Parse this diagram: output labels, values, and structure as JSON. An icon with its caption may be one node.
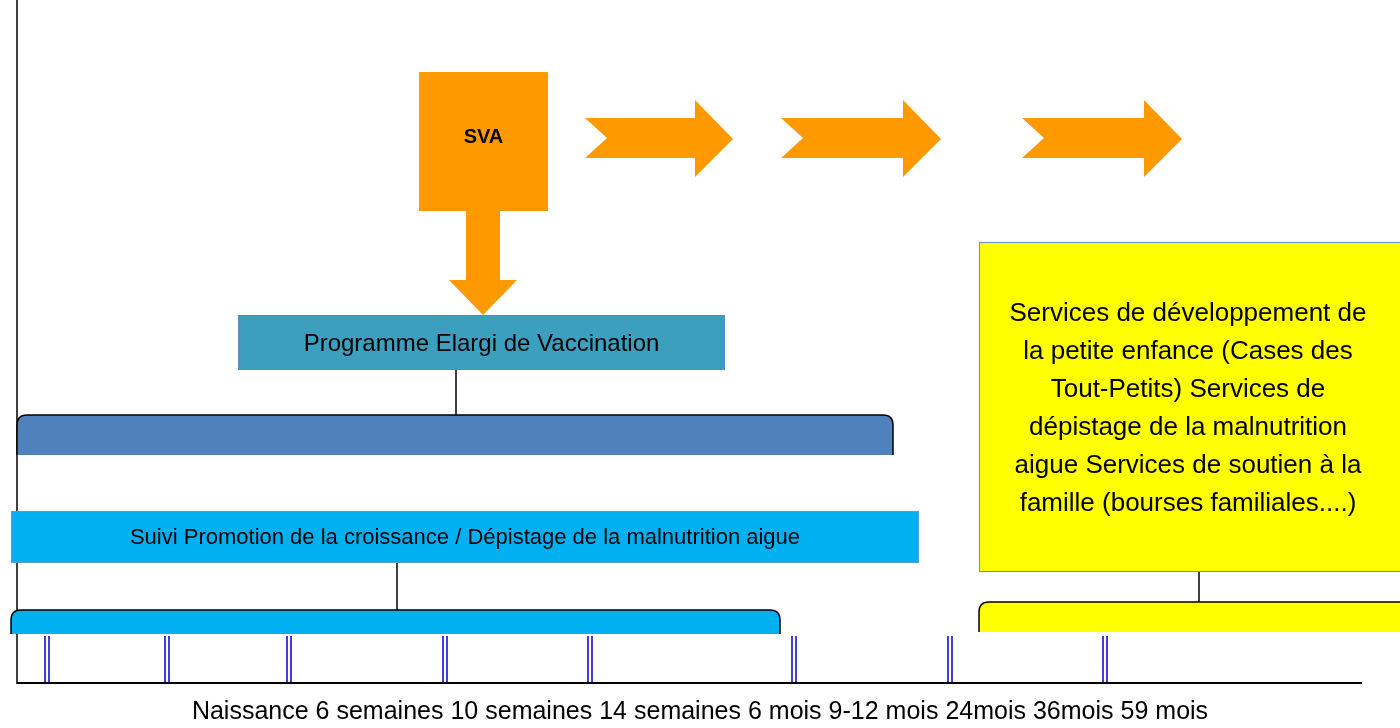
{
  "diagram": {
    "nodes": [
      {
        "text": [
          "SVA"
        ]
      },
      {
        "text": [
          "Programme Elargi de Vaccination"
        ]
      },
      {
        "text": [],
        "shape": "bar"
      },
      {
        "text": [
          "Suivi Promotion de la croissance / Dépistage de la malnutrition aigue"
        ]
      },
      {
        "text": [],
        "shape": "bar"
      },
      {
        "text": [
          "Services de développement de la petite enfance (Cases des Tout-Petits) Services de dépistage de la malnutrition aigue Services de soutien à la famille (bourses familiales....)"
        ]
      },
      {
        "text": [],
        "shape": "bar"
      }
    ],
    "edges": [
      {
        "from": 0,
        "to": 1,
        "arrow": "to",
        "style": "thick",
        "color": "#ff9900"
      },
      {
        "from": 1,
        "to": 2,
        "arrow": "none"
      },
      {
        "from": 3,
        "to": 4,
        "arrow": "none"
      },
      {
        "from": 5,
        "to": 6,
        "arrow": "none"
      }
    ],
    "labels": [
      "Naissance",
      "6 semaines",
      "10 semaines",
      "14 semaines",
      "6 mois",
      "9-12 mois",
      "24mois",
      "36mois",
      "59 mois"
    ]
  }
}
